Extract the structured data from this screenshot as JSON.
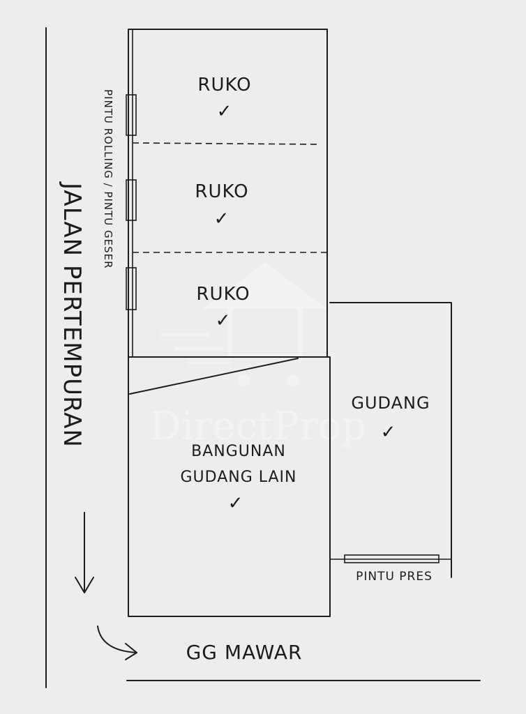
{
  "road_main": "JALAN PERTEMPURAN",
  "road_side": "GG MAWAR",
  "door_rolling": "PINTU ROLLING / PINTU GESER",
  "ruko": [
    "RUKO",
    "RUKO",
    "RUKO"
  ],
  "bangunan_line1": "BANGUNAN",
  "bangunan_line2": "GUDANG LAIN",
  "gudang": "GUDANG",
  "pintu_pres": "PINTU PRES",
  "check": "✓",
  "watermark": "DirectProp",
  "ink_color": "#1c1c1c",
  "paper_color": "#ededed"
}
